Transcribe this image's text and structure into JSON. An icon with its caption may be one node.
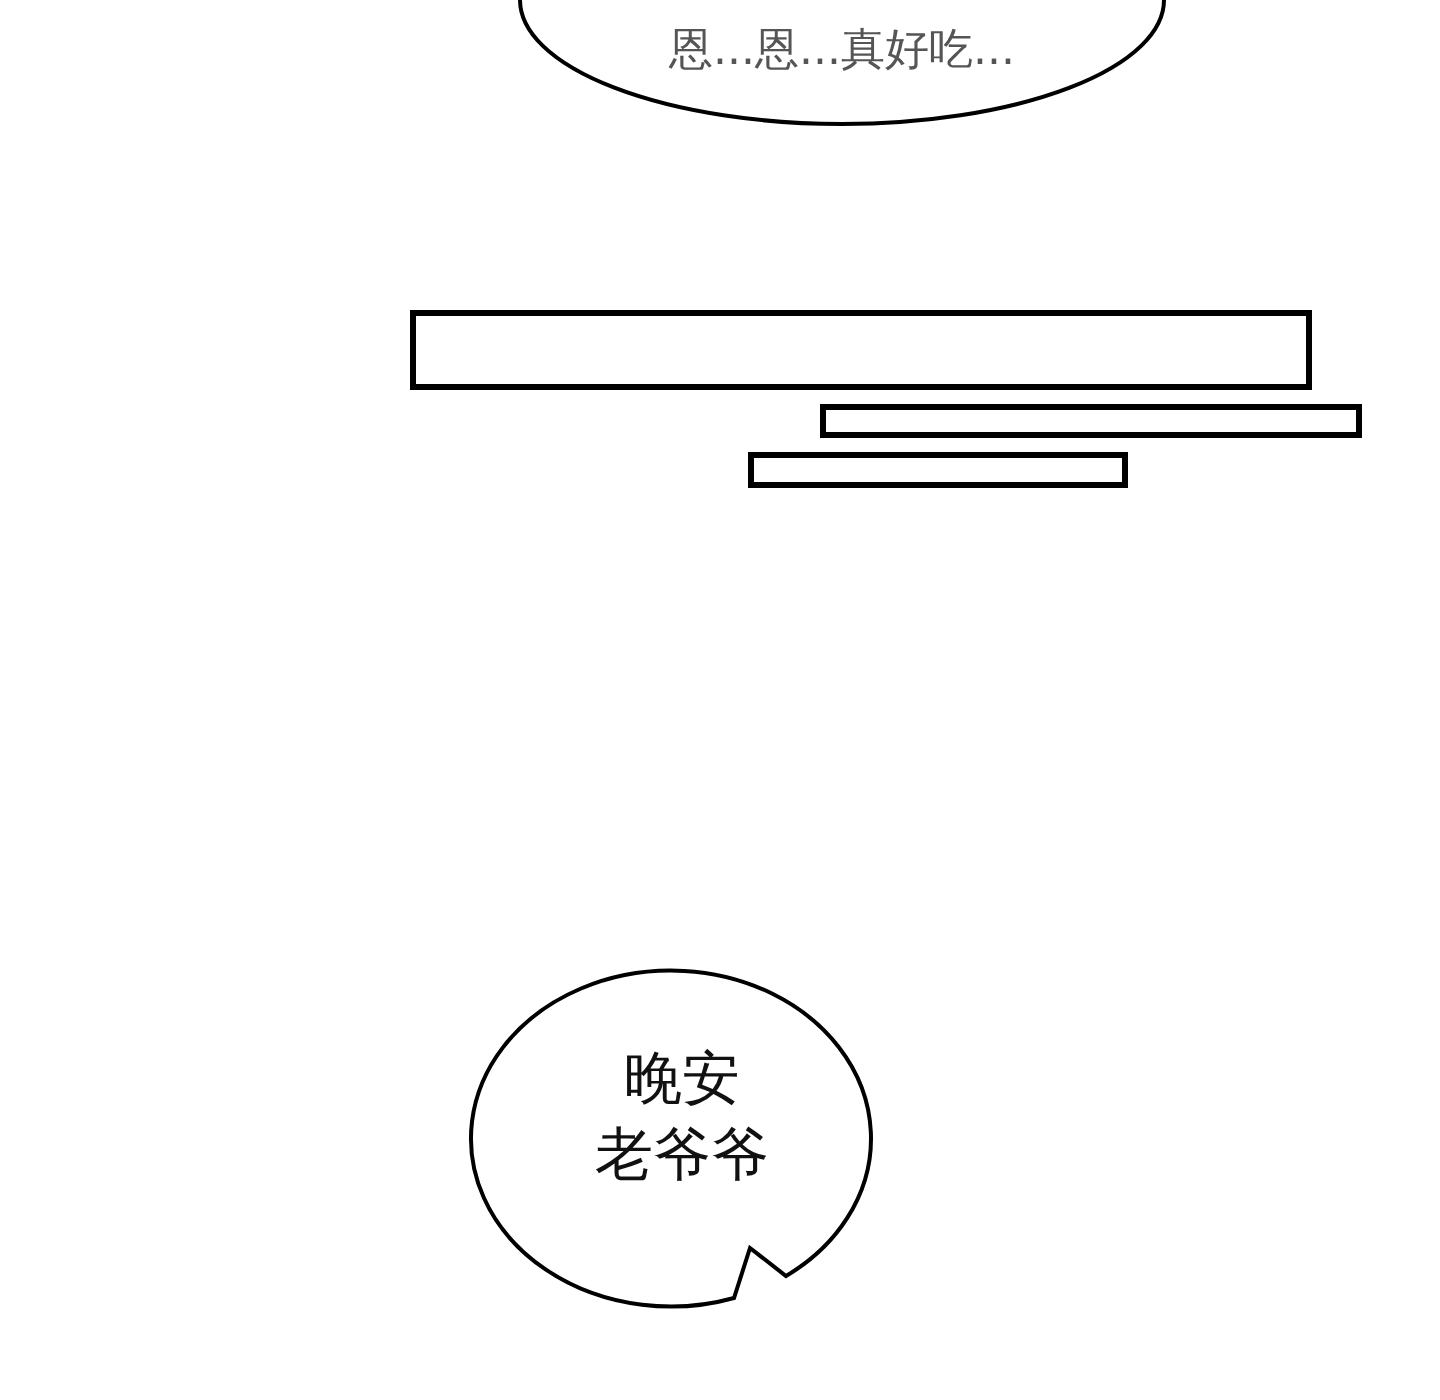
{
  "diagram": {
    "nodes": [
      {
        "text": [
          "恩...恩...真好吃..."
        ]
      },
      {
        "text": [],
        "shape": "box"
      },
      {
        "text": [],
        "shape": "box"
      },
      {
        "text": [],
        "shape": "box"
      },
      {
        "text": [
          "晚安",
          "老爷爷"
        ]
      }
    ]
  }
}
